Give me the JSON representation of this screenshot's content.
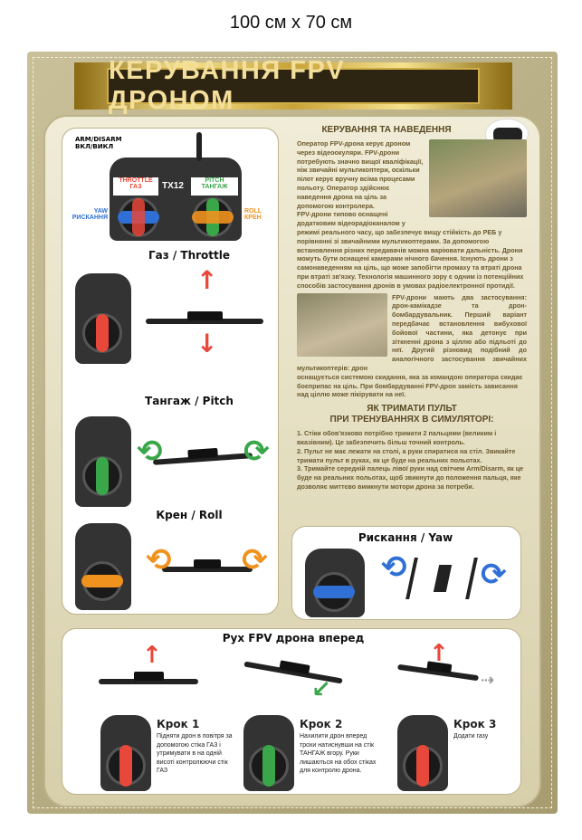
{
  "size_caption": "100 см x 70 см",
  "title": "КЕРУВАННЯ FPV ДРОНОМ",
  "controller": {
    "arm": "ARM/DISARM",
    "arm_ua": "ВКЛ/ВИКЛ",
    "throttle": "THROTTLE",
    "throttle_ua": "ГАЗ",
    "model": "TX12",
    "pitch": "PITCH",
    "pitch_ua": "ТАНГАЖ",
    "yaw": "YAW",
    "yaw_ua": "РИСКАННЯ",
    "roll": "ROLL",
    "roll_ua": "КРЕН"
  },
  "sections": {
    "throttle": "Газ / Throttle",
    "pitch": "Тангаж / Pitch",
    "roll": "Крен / Roll",
    "yaw": "Рискання / Yaw",
    "forward": "Рух FPV дрона вперед"
  },
  "guidance": {
    "heading": "КЕРУВАННЯ ТА НАВЕДЕННЯ",
    "p1": "Оператор FPV-дрона керує дроном через відеоокуляри. FPV-дрони потребують значно вищої кваліфікації, ніж звичайні мультикоптери, оскільки пілот керує вручну всіма процесами польоту. Оператор здійснює наведення дрона на ціль за допомогою контролера.",
    "p2": "FPV-дрони типово оснащені додатковим відеорадіоканалом у режимі реального часу, що забезпечує вищу стійкість до РЕБ у порівнянні зі звичайними мультикоптерами. За допомогою встановлення різних передавачів можна варіювати дальність. Дрони можуть бути оснащені камерами нічного бачення. Існують дрони з самонаведенням на ціль, що може запобігти промаху та втраті дрона при втраті зв'язку. Технологія машинного зору є одним із потенційних способів застосування дронів в умовах радіоелектронної протидії.",
    "p3": "FPV-дрони мають два застосування: дрон-камікадзе та дрон-бомбардувальник. Перший варіант передбачає встановлення вибухової бойової частини, яка детонує при зіткненні дрона з ціллю або підльоті до неї. Другий різновид подібний до аналогічного застосування звичайних мультикоптерів: дрон",
    "p4": "оснащується системою скидання, яка за командою оператора скидає боєприпас на ціль. При бомбардуванні FPV-дрон замість зависання над ціллю може пікірувати на неї."
  },
  "hold": {
    "heading1": "ЯК ТРИМАТИ ПУЛЬТ",
    "heading2": "ПРИ ТРЕНУВАННЯХ В СИМУЛЯТОРІ:",
    "items": [
      "1. Стіки обов'язково потрібно тримати 2 пальцями (великим і вказівним). Це забезпечить більш точний контроль.",
      "2. Пульт не має лежати на столі, а руки спиратися на стіл. Звикайте тримати пульт в руках, як це буде на реальних польотах.",
      "3. Тримайте середній палець лівої руки над світчем Arm/Disarm, як це буде на реальних польотах, щоб звикнути до положення пальця, яке дозволяє миттєво вимкнути мотори дрона за потреби."
    ]
  },
  "steps": [
    {
      "title": "Крок 1",
      "text": "Підняти дрон в повітря за допомогою стіка ГАЗ і утримувати в на одній висоті контролюючи стік ГАЗ"
    },
    {
      "title": "Крок 2",
      "text": "Нахилити дрон вперед трохи натиснувши на стік ТАНГАЖ вгору. Руки лишаються на обох стіках для контролю дрона."
    },
    {
      "title": "Крок 3",
      "text": "Додати газу"
    }
  ],
  "colors": {
    "throttle": "#e8483a",
    "pitch": "#3aa64a",
    "roll": "#f0921e",
    "yaw": "#2f6fd6",
    "frame": "#b8ad82"
  }
}
